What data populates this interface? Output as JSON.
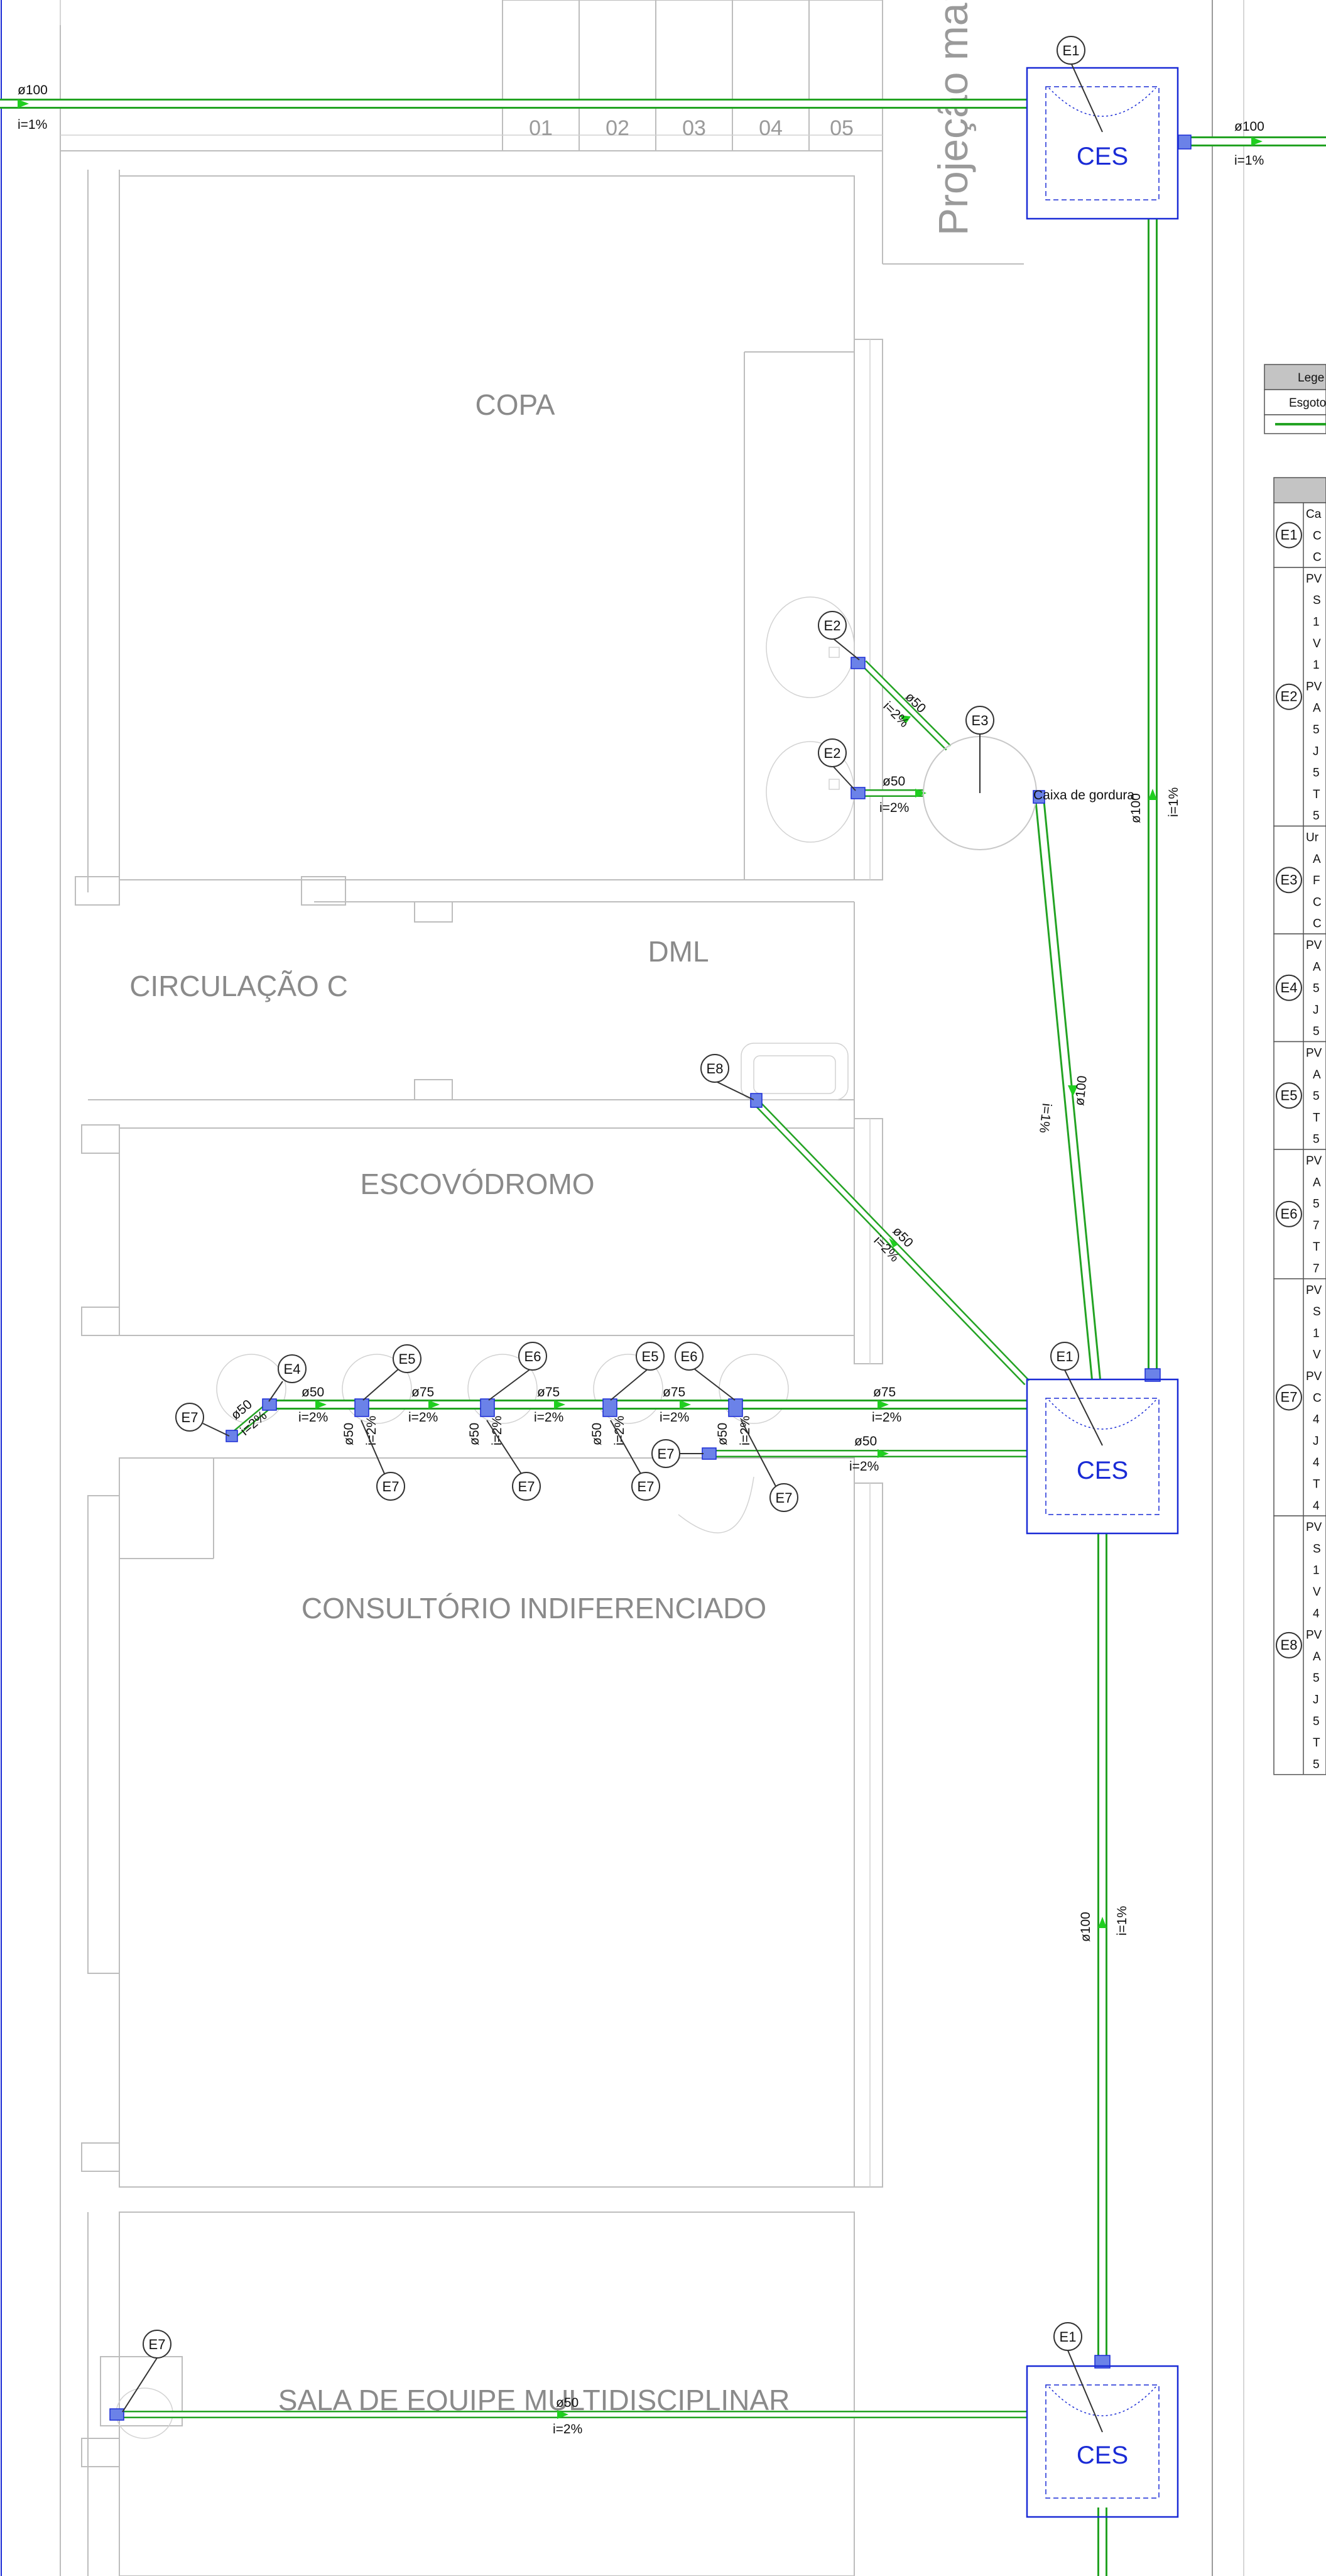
{
  "rooms": {
    "copa": "COPA",
    "dml": "DML",
    "circulacao": "CIRCULAÇÃO C",
    "escovodromo": "ESCOVÓDROMO",
    "consultorio": "CONSULTÓRIO INDIFERENCIADO",
    "sala_equipe": "SALA DE EQUIPE MULTIDISCIPLINAR"
  },
  "projection_label": "Projeção mar",
  "stall_numbers": [
    "01",
    "02",
    "03",
    "04",
    "05"
  ],
  "ces_label": "CES",
  "caixa_gordura_label": "Caixa de gordura",
  "tags": {
    "e1": "E1",
    "e2": "E2",
    "e3": "E3",
    "e4": "E4",
    "e5": "E5",
    "e6": "E6",
    "e7": "E7",
    "e8": "E8"
  },
  "pipe_labels": {
    "d100": "ø100",
    "d75": "ø75",
    "d50": "ø50",
    "i1": "i=1%",
    "i2": "i=2%"
  },
  "legend": {
    "title": "Lege",
    "row1": "Esgoto"
  },
  "table_rows": [
    {
      "tag": "E1",
      "lines": [
        "Ca",
        "C",
        "C"
      ]
    },
    {
      "tag": "E2",
      "lines": [
        "PV",
        "S",
        "1",
        "V",
        "1",
        "PV",
        "A",
        "5",
        "J",
        "5",
        "T",
        "5"
      ]
    },
    {
      "tag": "E3",
      "lines": [
        "Ur",
        "A",
        "F",
        "C",
        "C"
      ]
    },
    {
      "tag": "E4",
      "lines": [
        "PV",
        "A",
        "5",
        "J",
        "5"
      ]
    },
    {
      "tag": "E5",
      "lines": [
        "PV",
        "A",
        "5",
        "T",
        "5"
      ]
    },
    {
      "tag": "E6",
      "lines": [
        "PV",
        "A",
        "5",
        "7",
        "T",
        "7"
      ]
    },
    {
      "tag": "E7",
      "lines": [
        "PV",
        "S",
        "1",
        "V",
        "PV",
        "C",
        "4",
        "J",
        "4",
        "T",
        "4"
      ]
    },
    {
      "tag": "E8",
      "lines": [
        "PV",
        "S",
        "1",
        "V",
        "4",
        "PV",
        "A",
        "5",
        "J",
        "5",
        "T",
        "5"
      ]
    }
  ],
  "colors": {
    "pipe": "#23a323",
    "flow_arrow": "#1fcf1f",
    "ces_blue": "#1a2bd6",
    "walls": "#bdbdbd",
    "room_text": "#8a8a8a"
  }
}
